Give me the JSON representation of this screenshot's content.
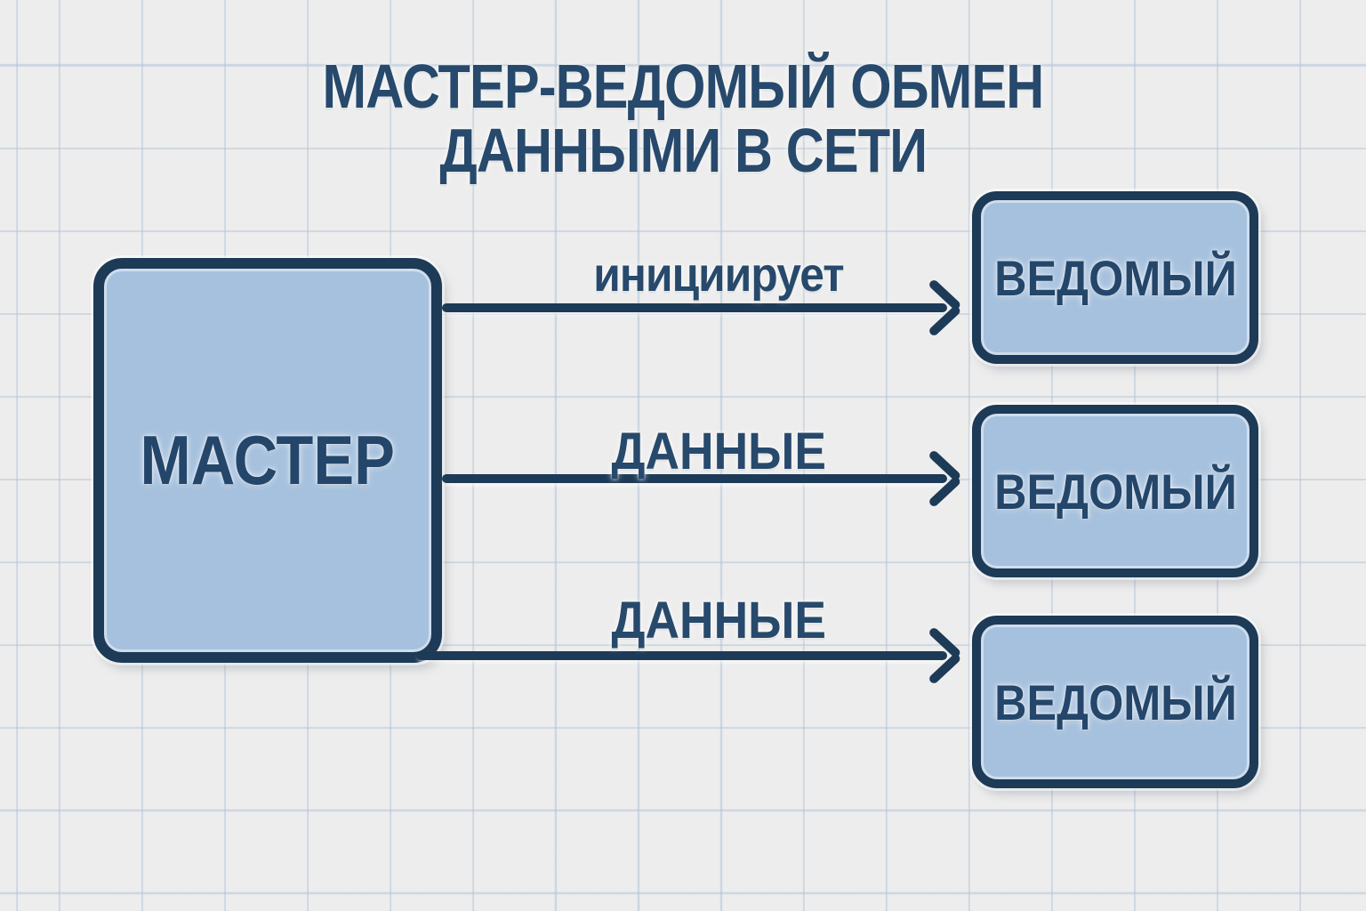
{
  "title": {
    "line1": "МАСТЕР-ВЕДОМЫЙ ОБМЕН",
    "line2": "ДАННЫМИ В СЕТИ"
  },
  "master": {
    "label": "МАСТЕР"
  },
  "slaves": [
    {
      "label": "ВЕДОМЫЙ"
    },
    {
      "label": "ВЕДОМЫЙ"
    },
    {
      "label": "ВЕДОМЫЙ"
    }
  ],
  "arrows": [
    {
      "label": "инициирует",
      "from": "МАСТЕР",
      "to": "ВЕДОМЫЙ"
    },
    {
      "label": "ДАННЫЕ",
      "from": "МАСТЕР",
      "to": "ВЕДОМЫЙ"
    },
    {
      "label": "ДАННЫЕ",
      "from": "МАСТЕР",
      "to": "ВЕДОМЫЙ"
    }
  ],
  "colors": {
    "background": "#ededed",
    "grid_line": "#b2c3d7",
    "outline_navy": "#1d3a57",
    "text_navy": "#27496b",
    "box_fill": "#a6c1de"
  }
}
